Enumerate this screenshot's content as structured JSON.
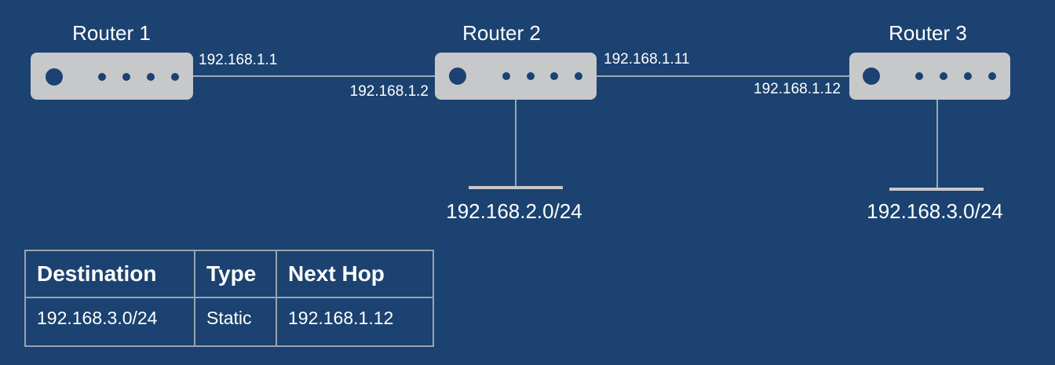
{
  "routers": [
    {
      "title": "Router 1"
    },
    {
      "title": "Router 2"
    },
    {
      "title": "Router 3"
    }
  ],
  "interfaces": {
    "r1_right": "192.168.1.1",
    "r2_left": "192.168.1.2",
    "r2_right": "192.168.1.11",
    "r3_left": "192.168.1.12"
  },
  "networks": {
    "r2_lan": "192.168.2.0/24",
    "r3_lan": "192.168.3.0/24"
  },
  "routing_table": {
    "headers": [
      "Destination",
      "Type",
      "Next Hop"
    ],
    "rows": [
      [
        "192.168.3.0/24",
        "Static",
        "192.168.1.12"
      ]
    ]
  },
  "colors": {
    "background": "#1b4270",
    "router": "#c7c8ca",
    "border": "#9aa3b0"
  }
}
